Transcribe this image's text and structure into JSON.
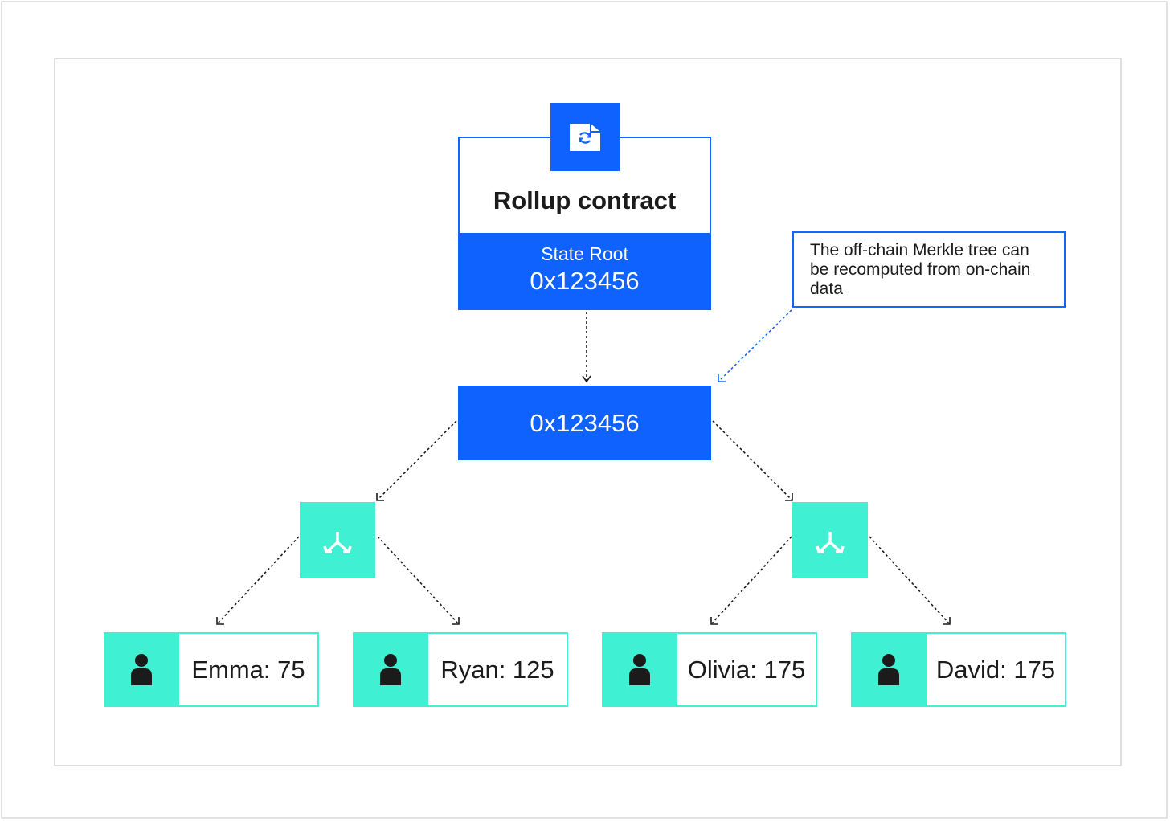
{
  "contract": {
    "icon": "document-sync-icon",
    "title": "Rollup contract",
    "state_label": "State Root",
    "state_value": "0x123456"
  },
  "root_node": {
    "value": "0x123456"
  },
  "callout": {
    "text": "The off-chain Merkle tree can be recomputed from on-chain data"
  },
  "branches": [
    {
      "icon": "merge-branch-icon"
    },
    {
      "icon": "merge-branch-icon"
    }
  ],
  "leaves": [
    {
      "icon": "user-icon",
      "label": "Emma: 75"
    },
    {
      "icon": "user-icon",
      "label": "Ryan: 125"
    },
    {
      "icon": "user-icon",
      "label": "Olivia: 175"
    },
    {
      "icon": "user-icon",
      "label": "David: 175"
    }
  ],
  "colors": {
    "blue": "#0f62fe",
    "teal": "#3ff0d2",
    "text": "#1b1b1b"
  }
}
